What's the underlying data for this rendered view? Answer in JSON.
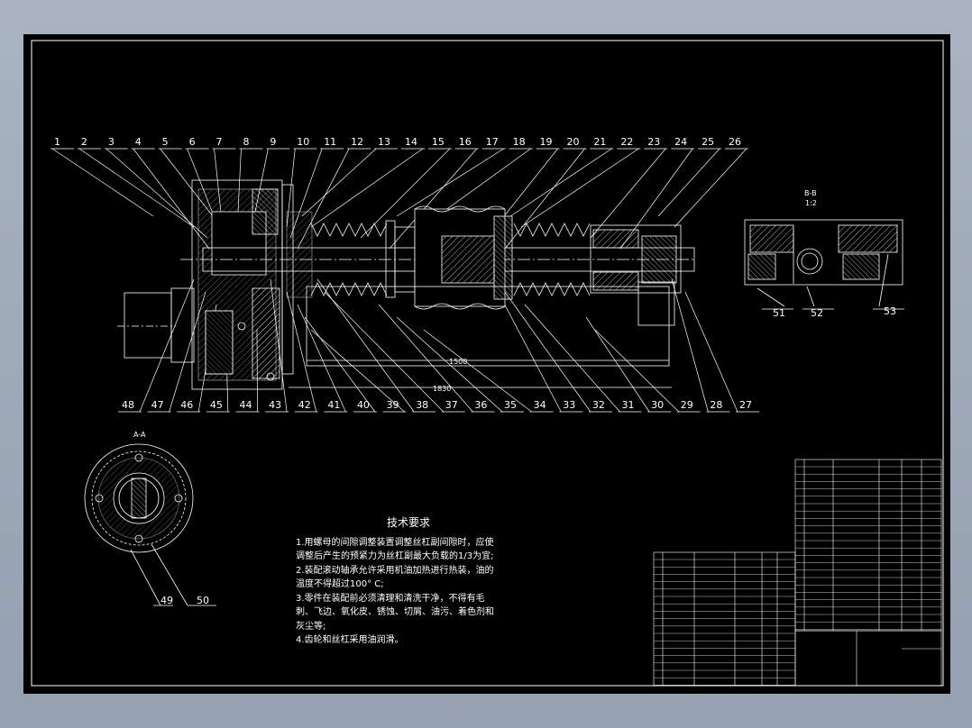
{
  "part_numbers_top": [
    "1",
    "2",
    "3",
    "4",
    "5",
    "6",
    "7",
    "8",
    "9",
    "10",
    "11",
    "12",
    "13",
    "14",
    "15",
    "16",
    "17",
    "18",
    "19",
    "20",
    "21",
    "22",
    "23",
    "24",
    "25",
    "26"
  ],
  "part_numbers_bottom": [
    "48",
    "47",
    "46",
    "45",
    "44",
    "43",
    "42",
    "41",
    "40",
    "39",
    "38",
    "37",
    "36",
    "35",
    "34",
    "33",
    "32",
    "31",
    "30",
    "29",
    "28",
    "27"
  ],
  "section_bb": {
    "title": "B-B",
    "scale": "1:2",
    "parts": [
      "51",
      "52",
      "53"
    ]
  },
  "section_aa": {
    "title": "A-A",
    "parts": [
      "49",
      "50"
    ]
  },
  "dimensions": {
    "inner": "1500",
    "outer": "1830"
  },
  "tech_requirements": {
    "title": "技术要求",
    "items": [
      "1.用螺母的间隙调整装置调整丝杠副间隙时，应使",
      "调整后产生的预紧力为丝杠副最大负载的1/3为宜;",
      "2.装配滚动轴承允许采用机油加热进行热装，油的",
      "温度不得超过100° C;",
      "3.零件在装配前必须清理和清洗干净，不得有毛",
      "刺、飞边、氧化皮、锈蚀、切屑、油污、着色剂和",
      "灰尘等;",
      "4.齿轮和丝杠采用油润滑。"
    ]
  },
  "colors": {
    "sheet": "#000000",
    "line": "#ffffff",
    "background": "#a2acba"
  }
}
